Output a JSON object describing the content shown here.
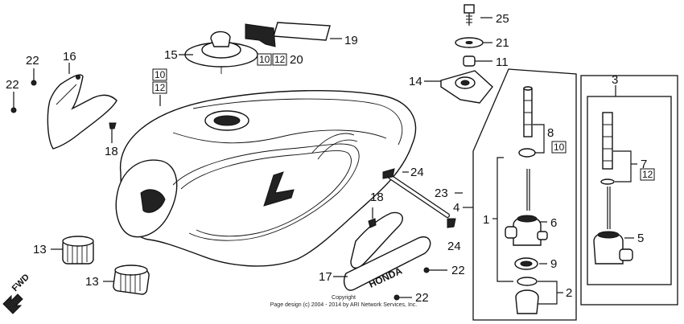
{
  "callouts": {
    "c1": "1",
    "c2": "2",
    "c3": "3",
    "c4": "4",
    "c5": "5",
    "c6": "6",
    "c7": "7",
    "c8": "8",
    "c9": "9",
    "c11": "11",
    "c13a": "13",
    "c13b": "13",
    "c14": "14",
    "c15": "15",
    "c16": "16",
    "c17": "17",
    "c18a": "18",
    "c18b": "18",
    "c19": "19",
    "c20": "20",
    "c21": "21",
    "c22a": "22",
    "c22b": "22",
    "c22c": "22",
    "c22d": "22",
    "c23": "23",
    "c24a": "24",
    "c24b": "24",
    "c25": "25"
  },
  "boxed": {
    "b10_top": "10",
    "b12_top": "12",
    "b10_cap": "10",
    "b12_cap": "12",
    "b10_valve": "10",
    "b12_valve": "12"
  },
  "fwd_label": "FWD",
  "emblem_text": "HONDA",
  "copyright_line1": "Copyright",
  "copyright_line2": "Page design (c) 2004 - 2014 by ARI Network Services, Inc."
}
